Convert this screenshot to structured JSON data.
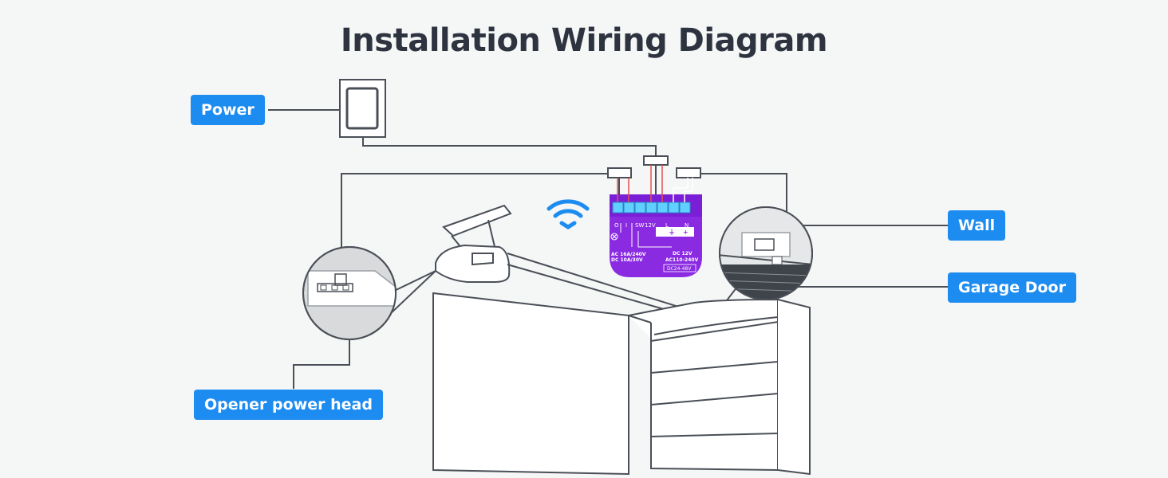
{
  "title": "Installation Wiring Diagram",
  "labels": {
    "power": "Power",
    "wall": "Wall",
    "garage_door": "Garage Door",
    "opener_power_head": "Opener power head"
  },
  "module": {
    "terminal_labels": [
      "O",
      "I",
      "SW",
      "12V",
      "L",
      "N"
    ],
    "lower_labels": [
      "⏚",
      "+"
    ],
    "rating_left_1": "AC 16A/240V",
    "rating_left_2": "DC 10A/30V",
    "dc_label": "DC 12V",
    "ac_label": "AC110-240V",
    "dc_range_label": "DC24-48V"
  },
  "colors": {
    "accent": "#1d8cf0",
    "module": "#8a2be2",
    "line": "#4a4f57"
  },
  "icons": [
    "wifi-icon",
    "lamp-icon"
  ]
}
